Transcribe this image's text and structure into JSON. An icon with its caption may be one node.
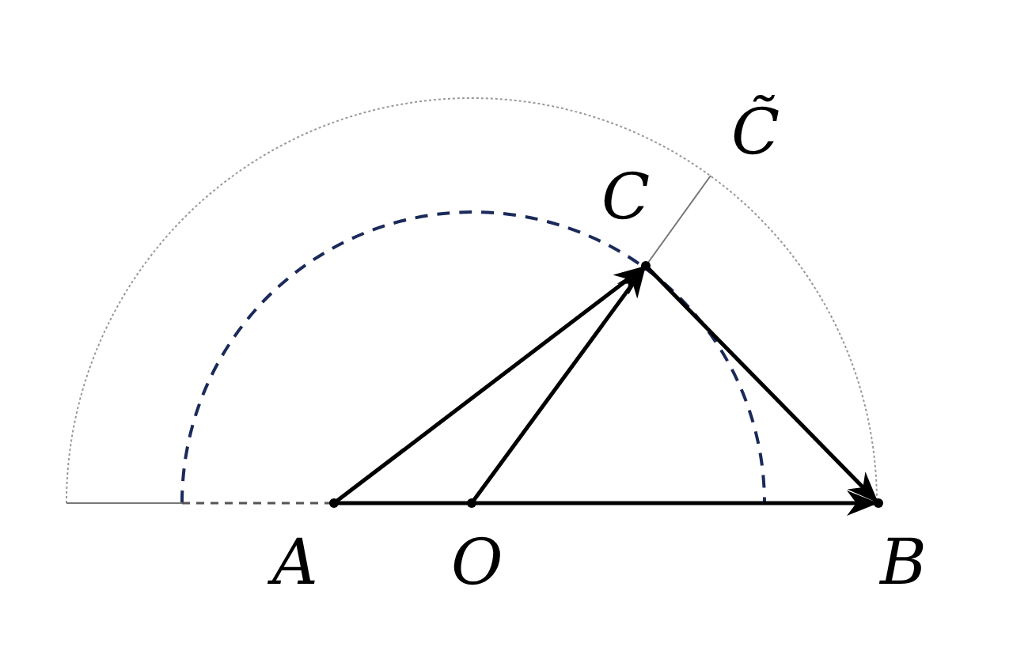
{
  "diagram": {
    "nodes": [
      {
        "text": [
          "A"
        ]
      },
      {
        "text": [
          "O"
        ]
      },
      {
        "text": [
          "B"
        ]
      },
      {
        "text": [
          "C"
        ]
      },
      {
        "text": [
          "C̃"
        ]
      }
    ],
    "edges": [
      {
        "from": 0,
        "to": 3,
        "arrow": "to"
      },
      {
        "from": 1,
        "to": 3,
        "arrow": "to"
      },
      {
        "from": 3,
        "to": 2,
        "arrow": "to"
      },
      {
        "from": 0,
        "to": 2,
        "arrow": "to"
      },
      {
        "from": 3,
        "to": 4,
        "arrow": "none",
        "color": "#777777"
      }
    ]
  }
}
